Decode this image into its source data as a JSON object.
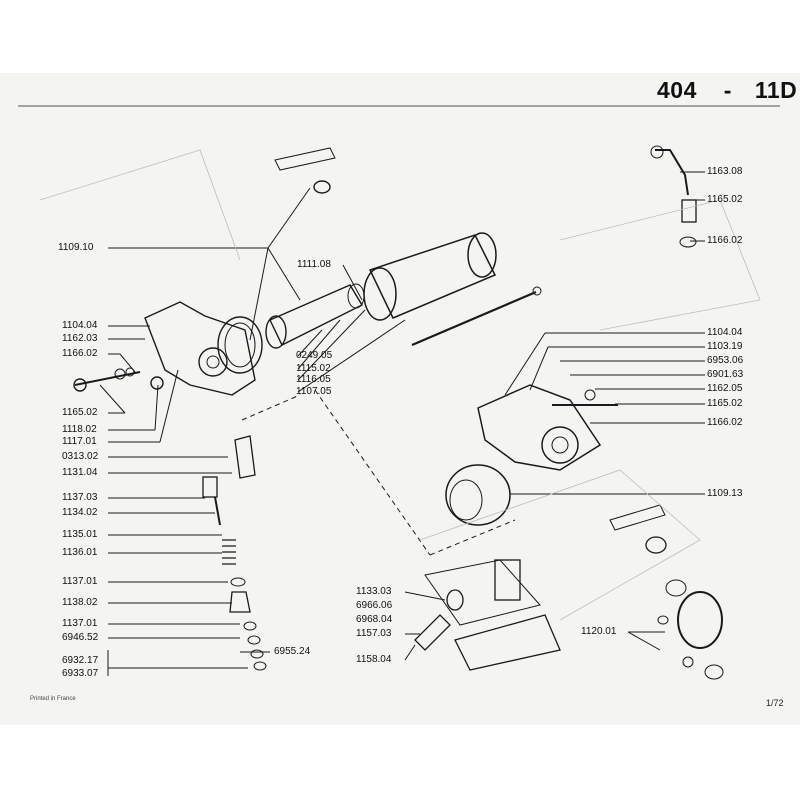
{
  "header": {
    "model": "404",
    "separator": "-",
    "section": "11D"
  },
  "footer": {
    "printed": "Printed in France",
    "page": "1/72"
  },
  "parts": [
    "1109.10",
    "1111.08",
    "1104.04",
    "1162.03",
    "1166.02",
    "1165.02",
    "0249.05",
    "1115.02",
    "1116.05",
    "1107.05",
    "1118.02",
    "1117.01",
    "0313.02",
    "1131.04",
    "1137.03",
    "1134.02",
    "1135.01",
    "1136.01",
    "1137.01",
    "1138.02",
    "1137.01",
    "6946.52",
    "6932.17",
    "6933.07",
    "6955.24",
    "1163.08",
    "1165.02",
    "1166.02",
    "1104.04",
    "1103.19",
    "6953.06",
    "6901.63",
    "1162.05",
    "1165.02",
    "1166.02",
    "1109.13",
    "1133.03",
    "6966.06",
    "6968.04",
    "1157.03",
    "1158.04",
    "1120.01"
  ]
}
